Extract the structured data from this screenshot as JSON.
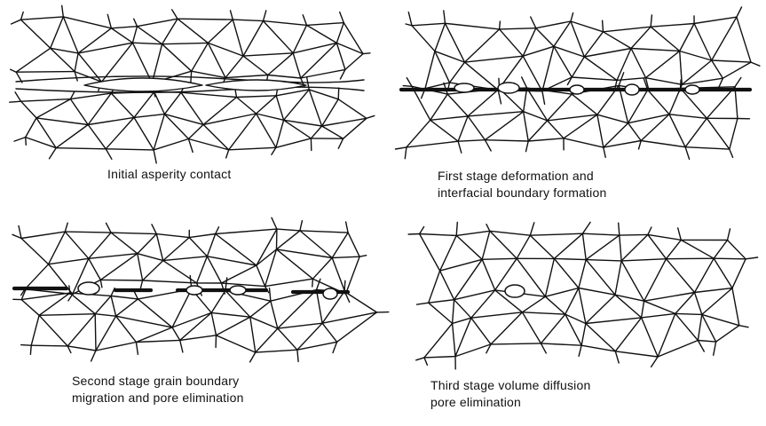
{
  "panels": [
    {
      "id": "initial",
      "caption_lines": [
        "Initial asperity contact"
      ]
    },
    {
      "id": "first",
      "caption_lines": [
        "First stage deformation and",
        "interfacial boundary formation"
      ]
    },
    {
      "id": "second",
      "caption_lines": [
        "Second stage grain boundary",
        "migration and pore elimination"
      ]
    },
    {
      "id": "third",
      "caption_lines": [
        "Third stage volume diffusion",
        "pore elimination"
      ]
    }
  ],
  "colors": {
    "ink": "#111111",
    "background": "#ffffff"
  }
}
